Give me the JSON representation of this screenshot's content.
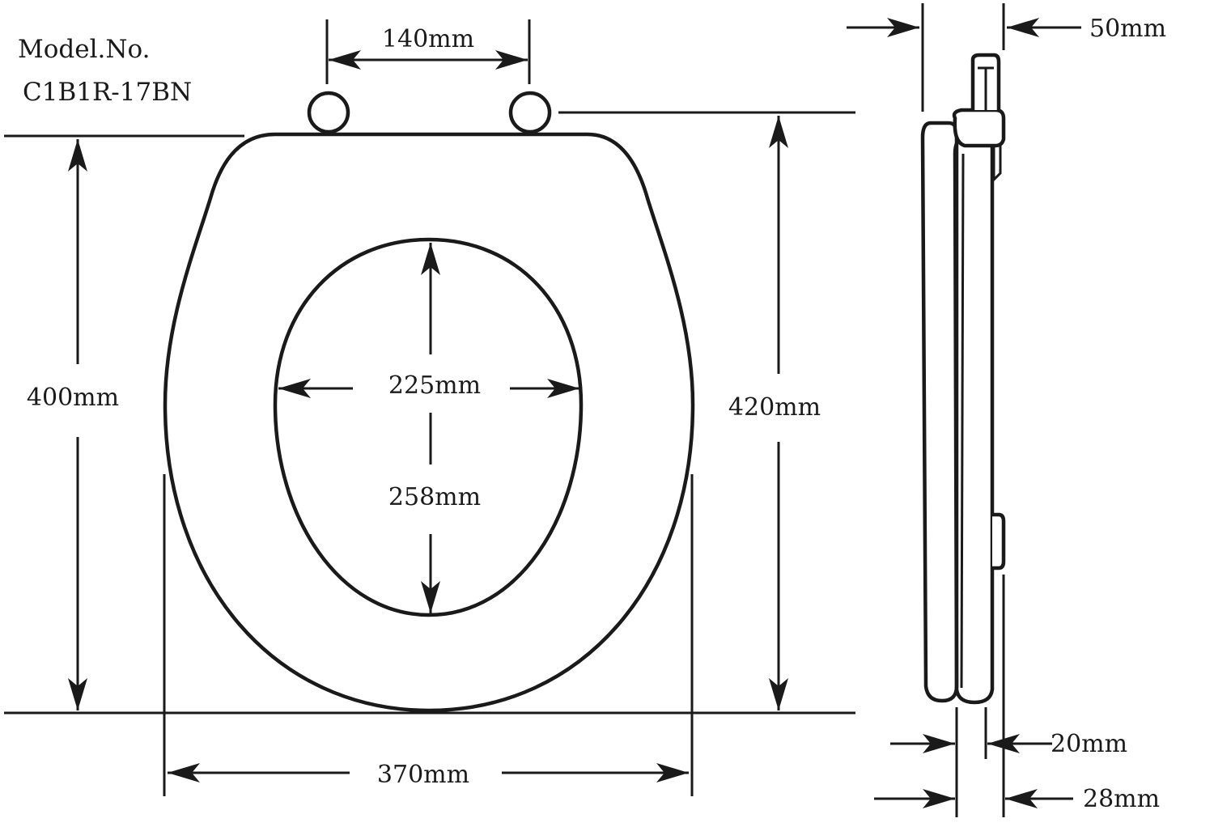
{
  "model": {
    "label": "Model.No.",
    "number": "C1B1R-17BN"
  },
  "dimensions": {
    "hinge_spacing": "140mm",
    "seat_length": "400mm",
    "overall_length": "420mm",
    "opening_width": "225mm",
    "opening_length": "258mm",
    "seat_width": "370mm",
    "hinge_height": "50mm",
    "seat_thickness": "20mm",
    "lid_thickness": "28mm"
  },
  "colors": {
    "line": "#1a1a1a",
    "background": "#ffffff"
  }
}
